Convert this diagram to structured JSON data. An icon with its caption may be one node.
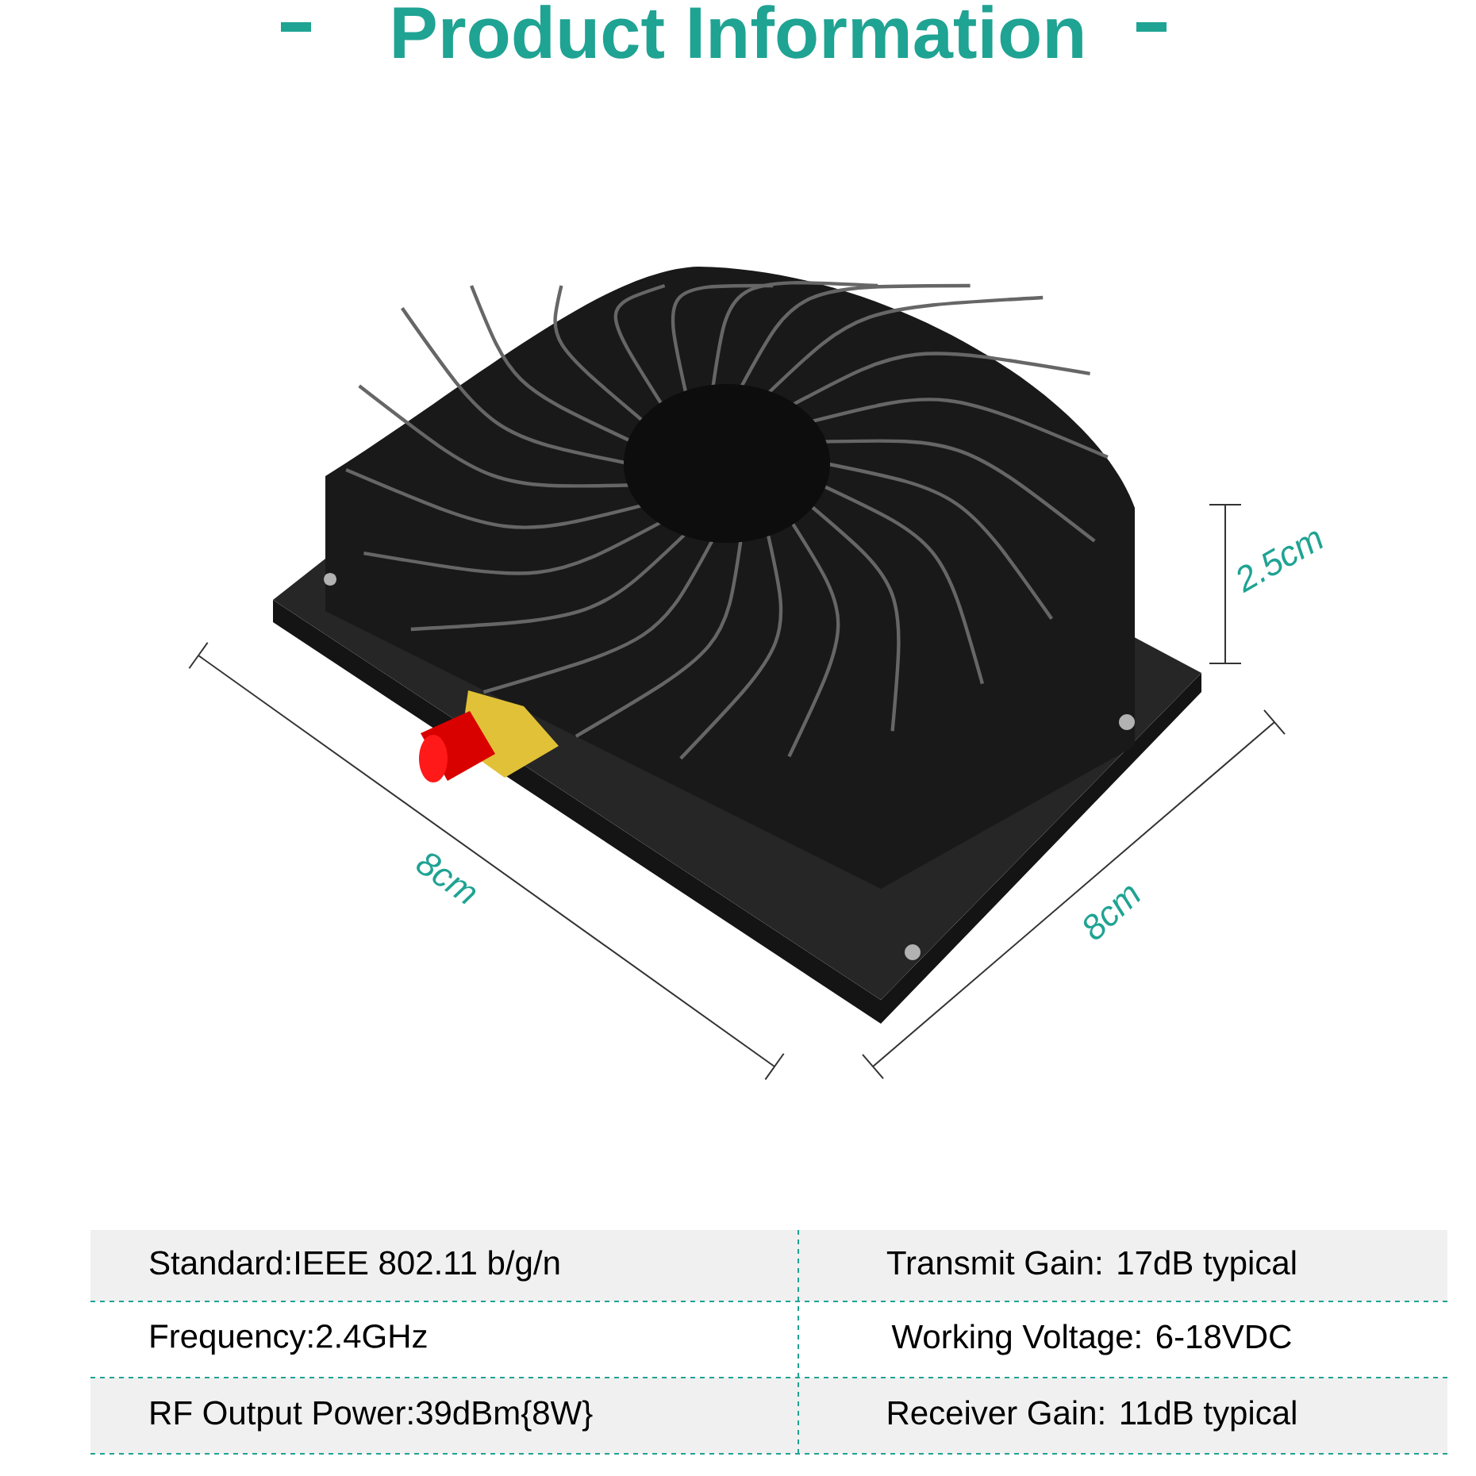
{
  "diagram": {
    "title": "Product Information",
    "labels": [
      "2.5cm",
      "8cm",
      "8cm",
      "Standard:IEEE 802.11 b/g/n",
      "Transmit Gain: 17dB typical",
      "Frequency:2.4GHz",
      "Working Voltage: 6-18VDC",
      "RF Output Power:39dBm{8W}",
      "Receiver Gain: 11dB typical"
    ]
  }
}
